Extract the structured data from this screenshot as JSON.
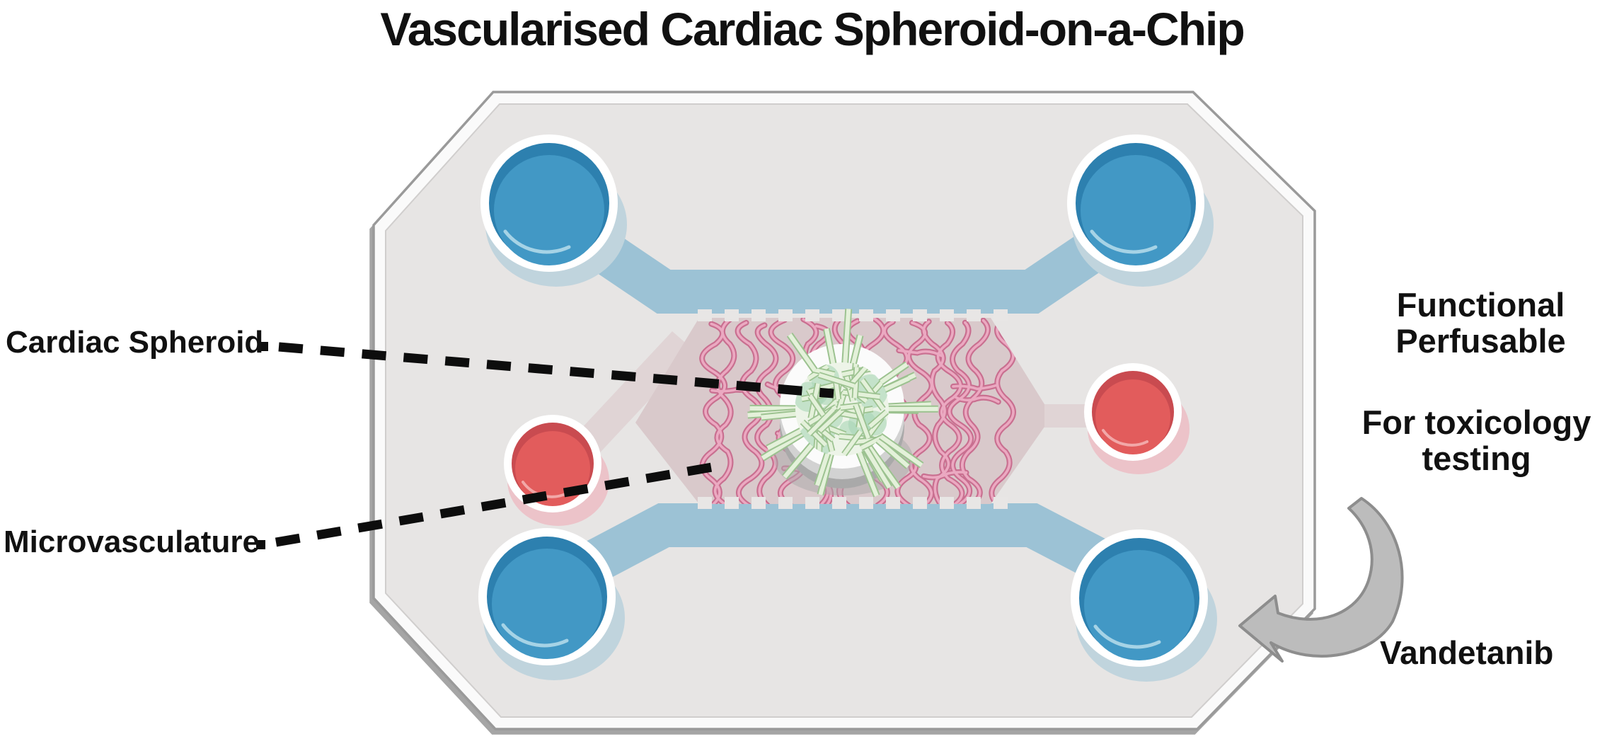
{
  "title": "Vascularised Cardiac Spheroid-on-a-Chip",
  "callouts": {
    "spheroid": "Cardiac Spheroid",
    "microvasculature": "Microvasculature"
  },
  "annotations": {
    "feature_line1": "Functional",
    "feature_line2": "Perfusable",
    "purpose": "For toxicology testing",
    "drug": "Vandetanib"
  },
  "colors": {
    "text": "#111111",
    "chip": "#e7e5e4",
    "chip_bevel": "#fafafa",
    "chip_border": "#9a9a9a",
    "channel": "#9cc2d5",
    "chamber": "#d9c9cb",
    "chamber_light": "#e0d4d5",
    "vessel": "#c96f90",
    "vessel_light": "#eba9c1",
    "well_blue": "#4298c5",
    "well_blue_dark": "#2d80af",
    "well_blue_shadow": "#c0d4dd",
    "well_red": "#e25c5c",
    "well_red_dark": "#c94b50",
    "well_red_shadow": "#ecc3c9",
    "post": "#e8e6e5",
    "spheroid_core": "#edf4e8",
    "stick": "#e4f1da",
    "stick_edge": "#9cc290",
    "blob": "#a9d5b5",
    "cup_white": "#fbfbfb",
    "cup_shadow": "#a9a9a9",
    "arrow": "#bcbcbc",
    "arrow_edge": "#8d8d8d",
    "dash": "#0d0d0d"
  }
}
